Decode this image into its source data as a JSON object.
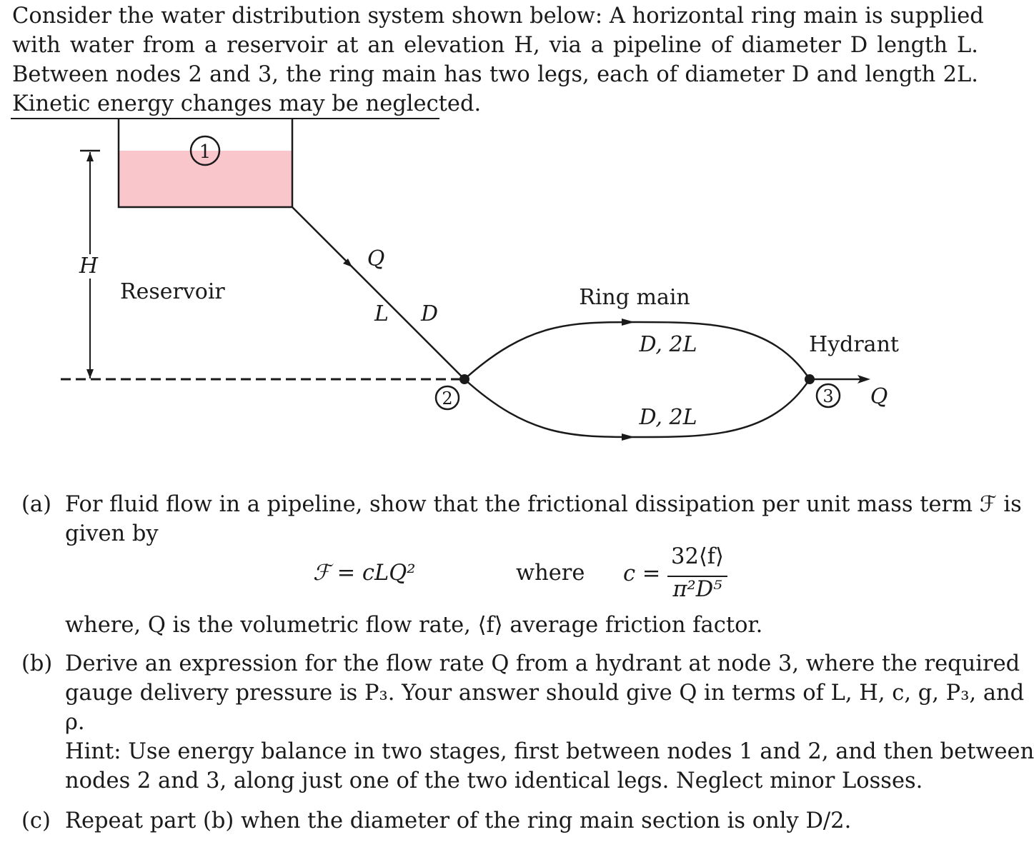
{
  "intro": {
    "line1": "Consider the water distribution system shown below: A horizontal ring main is supplied",
    "line2": "with water from a reservoir at an elevation H, via a pipeline of diameter D length L.",
    "line3": "Between nodes 2 and 3, the ring main has two legs, each of diameter D and length 2L.",
    "line4": "Kinetic energy changes may be neglected."
  },
  "diagram": {
    "node1": "1",
    "node2": "2",
    "node3": "3",
    "height_label": "H",
    "reservoir_label": "Reservoir",
    "flow_label_in": "Q",
    "pipe_length_label": "L",
    "pipe_diameter_label": "D",
    "ring_main_label": "Ring main",
    "upper_leg_label": "D, 2L",
    "lower_leg_label": "D, 2L",
    "hydrant_label": "Hydrant",
    "flow_label_out": "Q",
    "colors": {
      "water": "#f9c6cc",
      "line": "#1a1a1a"
    }
  },
  "part_a": {
    "label": "(a)",
    "line1": "For fluid flow in a pipeline, show that the frictional dissipation per unit mass term ℱ is",
    "line2": "given by",
    "formula_left": "ℱ = cLQ²",
    "formula_where": "where",
    "formula_c": "c =",
    "formula_num": "32⟨f⟩",
    "formula_den": "π²D⁵",
    "line3": "where, Q is the volumetric flow rate, ⟨f⟩ average friction factor."
  },
  "part_b": {
    "label": "(b)",
    "line1": "Derive an expression for the flow rate Q from a hydrant at node 3, where the required",
    "line2": "gauge delivery pressure is P₃. Your answer should give Q in terms of L, H, c, g, P₃, and",
    "line3": "ρ.",
    "line4": "Hint: Use energy balance in two stages, first between nodes 1 and 2, and then between",
    "line5": "nodes 2 and 3, along just one of the two identical legs. Neglect minor Losses."
  },
  "part_c": {
    "label": "(c)",
    "line1": "Repeat part (b) when the diameter of the ring main section is only D/2."
  }
}
